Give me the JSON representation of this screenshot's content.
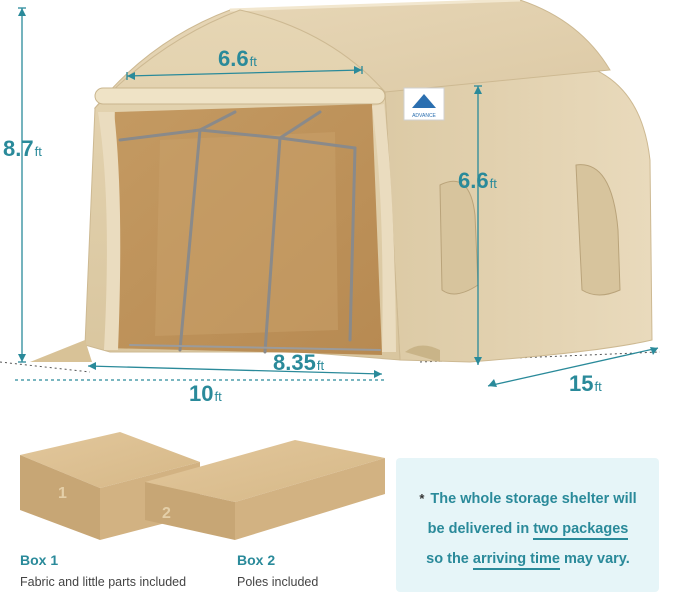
{
  "dimensions": {
    "width_top": {
      "value": "6.6",
      "unit": "ft"
    },
    "height_total": {
      "value": "8.7",
      "unit": "ft"
    },
    "height_side": {
      "value": "6.6",
      "unit": "ft"
    },
    "width_inner": {
      "value": "8.35",
      "unit": "ft"
    },
    "width_base": {
      "value": "10",
      "unit": "ft"
    },
    "length": {
      "value": "15",
      "unit": "ft"
    }
  },
  "logo_text": "ADVANCE",
  "boxes": [
    {
      "number": "1",
      "title": "Box 1",
      "description": "Fabric and little parts included"
    },
    {
      "number": "2",
      "title": "Box 2",
      "description": "Poles included"
    }
  ],
  "notice": {
    "star": "*",
    "line1": "The whole storage shelter will",
    "line2_pre": "be delivered in ",
    "line2_ul": "two packages",
    "line3_pre": "so the ",
    "line3_ul": "arriving time",
    "line3_post": " may vary."
  },
  "colors": {
    "accent": "#2a8a9a",
    "tent_fabric": "#e3d2ae",
    "box_cardboard": "#d9bc8e",
    "notice_bg": "#e6f5f8"
  }
}
